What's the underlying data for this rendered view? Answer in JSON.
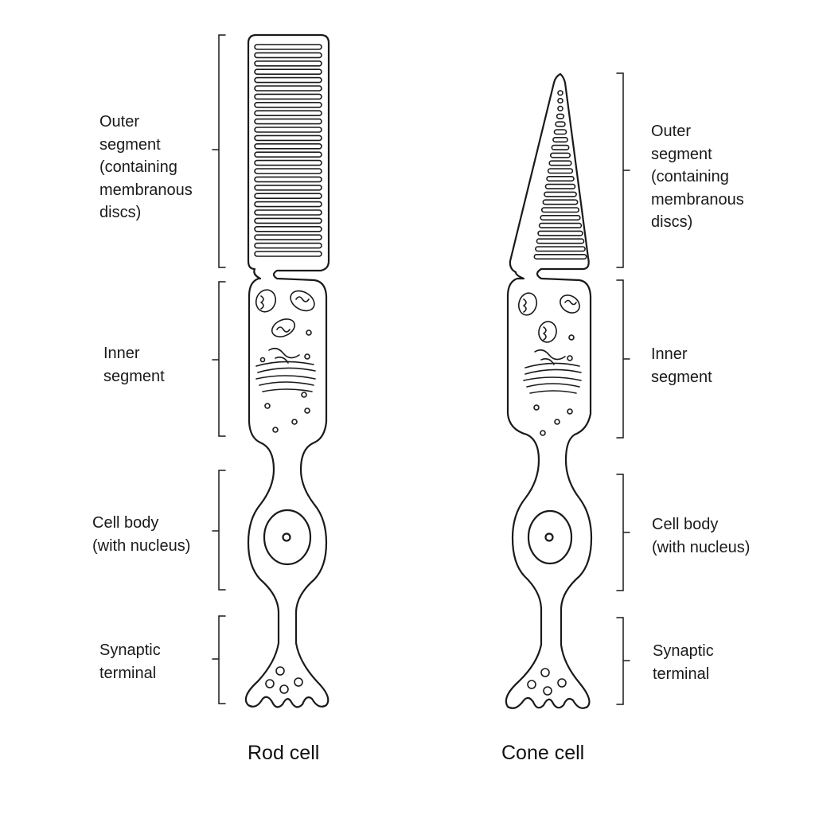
{
  "rod": {
    "caption": "Rod cell",
    "outer": [
      "Outer",
      "segment",
      "(containing",
      "membranous",
      "discs)"
    ],
    "inner": [
      "Inner",
      "segment"
    ],
    "body": [
      "Cell body",
      "(with nucleus)"
    ],
    "synaptic": [
      "Synaptic",
      "terminal"
    ]
  },
  "cone": {
    "caption": "Cone cell",
    "outer": [
      "Outer",
      "segment",
      "(containing",
      "membranous",
      "discs)"
    ],
    "inner": [
      "Inner",
      "segment"
    ],
    "body": [
      "Cell body",
      "(with nucleus)"
    ],
    "synaptic": [
      "Synaptic",
      "terminal"
    ]
  }
}
